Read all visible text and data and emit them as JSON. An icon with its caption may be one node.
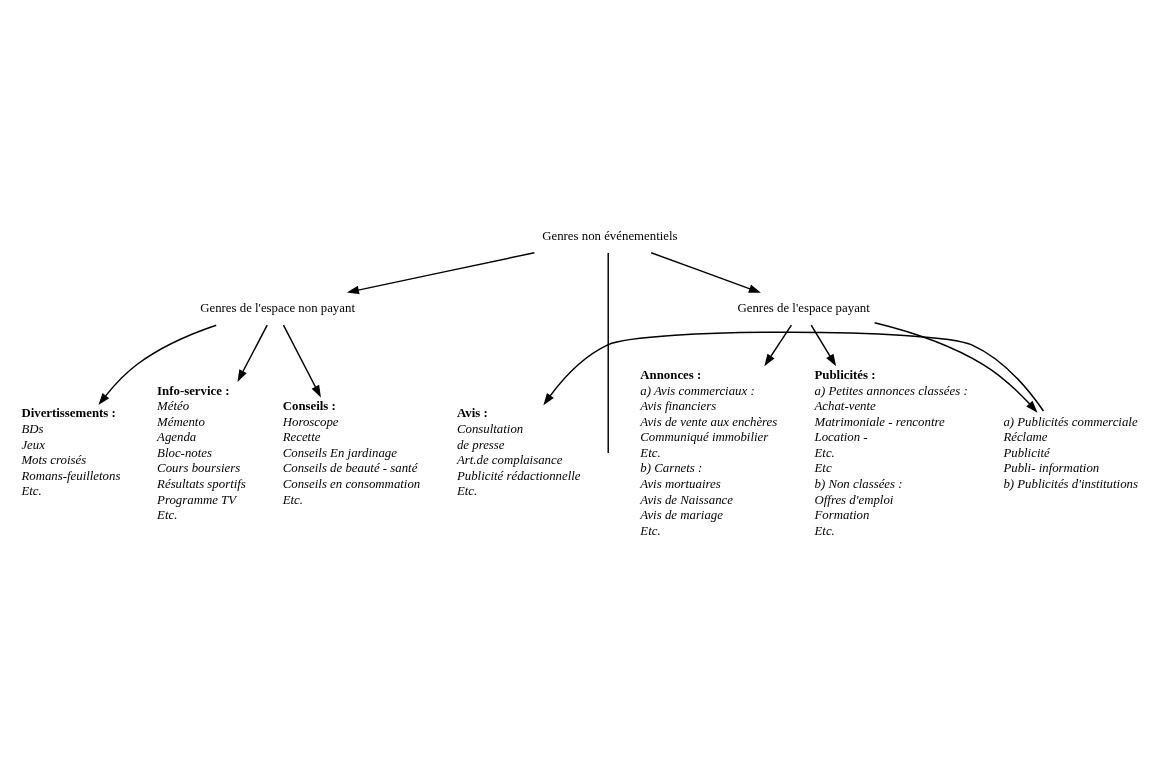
{
  "diagram": {
    "nodes": [
      {
        "text": [
          "Genres non événementiels"
        ]
      },
      {
        "text": [
          "Genres de l'espace non payant"
        ]
      },
      {
        "text": [
          "Genres de l'espace payant"
        ]
      },
      {
        "text": [
          "Divertissements :",
          "BDs",
          "Jeux",
          "Mots croisés",
          "Romans-feuilletons",
          "Etc."
        ]
      },
      {
        "text": [
          "Info-service :",
          "Météo",
          "Mémento",
          "Agenda",
          "Bloc-notes",
          "Cours boursiers",
          "Résultats sportifs",
          "Programme TV",
          "Etc."
        ]
      },
      {
        "text": [
          "Conseils :",
          "Horoscope",
          "Recette",
          "Conseils En jardinage",
          "Conseils de beauté - santé",
          "Conseils en consommation",
          "Etc."
        ]
      },
      {
        "text": [
          "Avis :",
          "Consultation",
          "de presse",
          "Art.de complaisance",
          "Publicité rédactionnelle",
          "Etc."
        ]
      },
      {
        "text": [
          "Annonces :",
          "a) Avis commerciaux :",
          "Avis financiers",
          "Avis de vente aux enchères",
          "Communiqué immobilier",
          "Etc.",
          "b) Carnets :",
          "Avis mortuaires",
          "Avis de Naissance",
          "Avis de mariage",
          "Etc."
        ]
      },
      {
        "text": [
          "Publicités :",
          "a) Petites annonces classées :",
          "Achat-vente",
          "Matrimoniale - rencontre",
          "Location -",
          "Etc.",
          "Etc",
          "b) Non classées :",
          "Offres d'emploi",
          "Formation",
          "Etc."
        ]
      },
      {
        "text": [
          "a) Publicités commerciale",
          "Réclame",
          "Publicité",
          "Publi- information",
          "b) Publicités d'institutions"
        ]
      }
    ],
    "edges": [
      {
        "from": 0,
        "to": 1,
        "arrow": "to"
      },
      {
        "from": 0,
        "to": 2,
        "arrow": "to"
      },
      {
        "from": 0,
        "to": null,
        "arrow": "none"
      },
      {
        "from": 1,
        "to": 3,
        "arrow": "to"
      },
      {
        "from": 1,
        "to": 4,
        "arrow": "to"
      },
      {
        "from": 1,
        "to": 5,
        "arrow": "to"
      },
      {
        "from": 2,
        "to": 7,
        "arrow": "to"
      },
      {
        "from": 2,
        "to": 8,
        "arrow": "to"
      },
      {
        "from": 2,
        "to": 9,
        "arrow": "to"
      },
      {
        "from": 9,
        "to": 6,
        "arrow": "to"
      }
    ]
  }
}
